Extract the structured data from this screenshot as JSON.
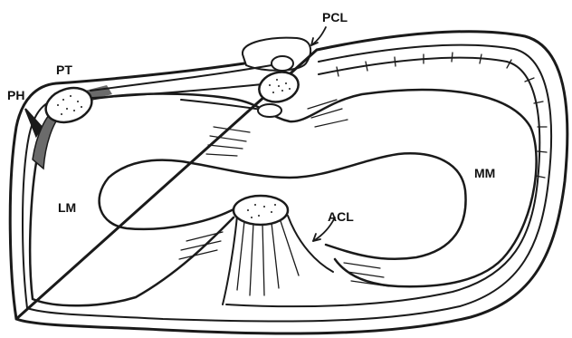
{
  "diagram": {
    "labels": {
      "pcl": "PCL",
      "pt": "PT",
      "ph": "PH",
      "mm": "MM",
      "lm": "LM",
      "acl": "ACL"
    },
    "colors": {
      "ink": "#1a1a1a",
      "shade": "#6b6b6b",
      "background": "#ffffff"
    }
  }
}
